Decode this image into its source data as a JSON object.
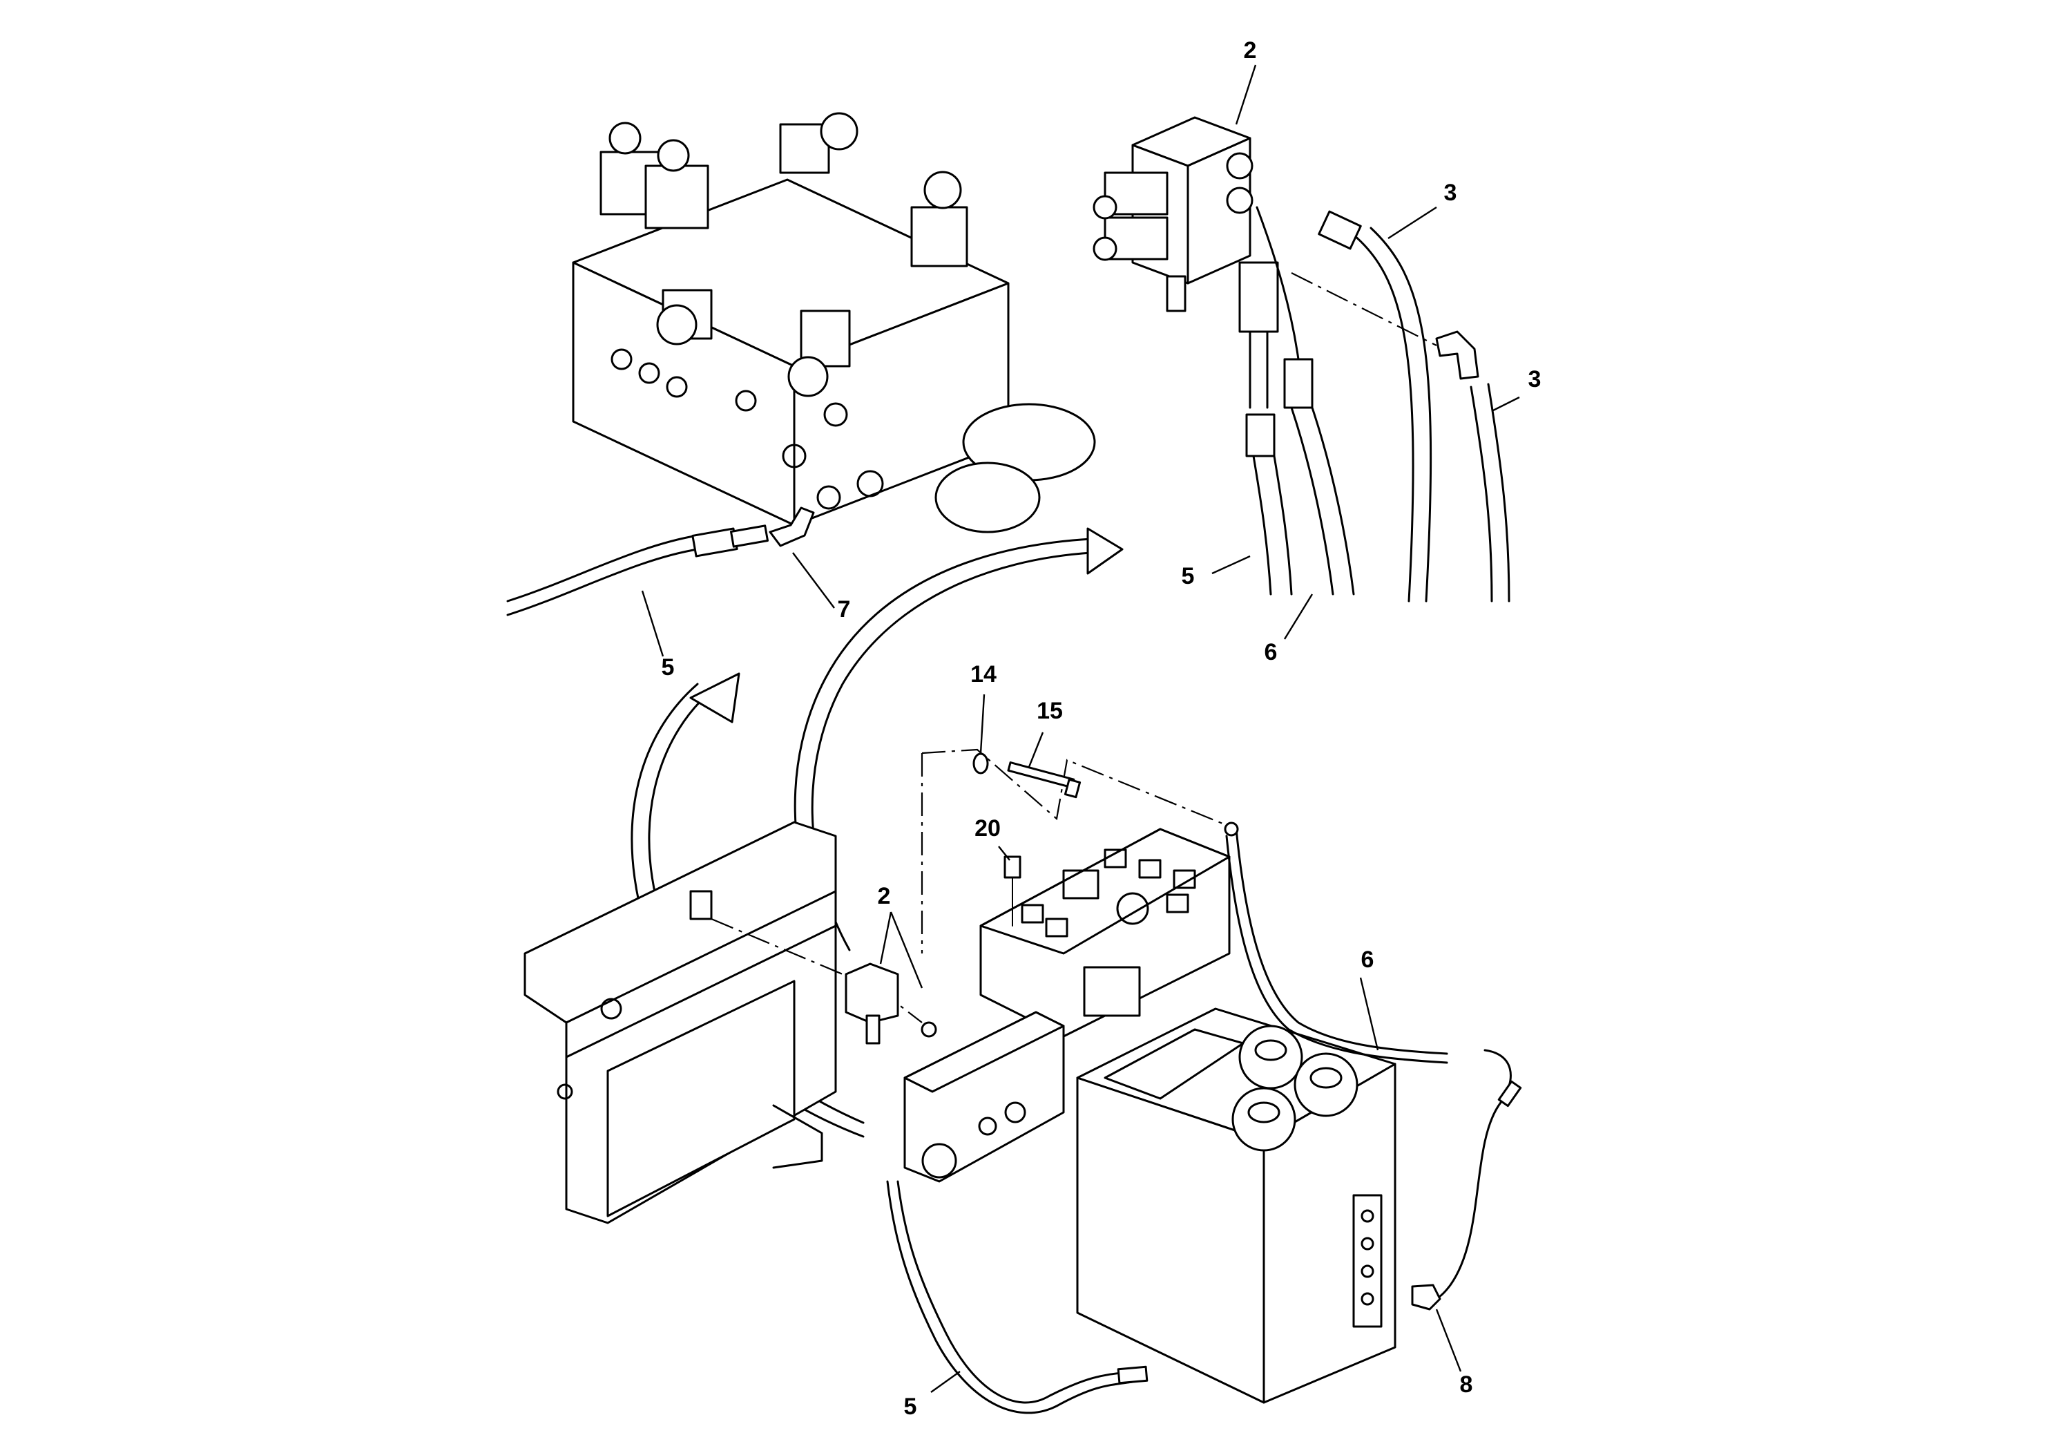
{
  "callouts": {
    "c2_top": "2",
    "c3_upper": "3",
    "c3_lower": "3",
    "c5_upper_right": "5",
    "c6_upper": "6",
    "c7": "7",
    "c5_left": "5",
    "c14": "14",
    "c15": "15",
    "c20": "20",
    "c2_mid": "2",
    "c6_lower": "6",
    "c8": "8",
    "c5_bottom": "5"
  }
}
